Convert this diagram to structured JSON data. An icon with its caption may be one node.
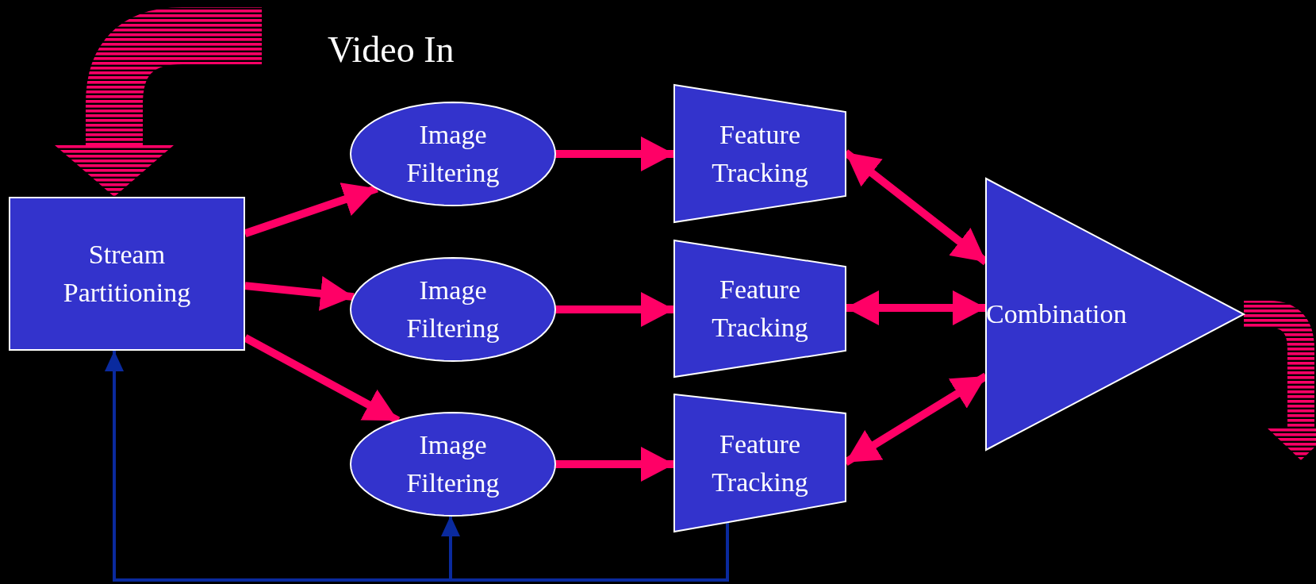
{
  "diagram": {
    "nodes": [
      {
        "text": [
          "Stream Partitioning"
        ]
      },
      {
        "text": [
          "Image Filtering"
        ]
      },
      {
        "text": [
          "Image Filtering"
        ]
      },
      {
        "text": [
          "Image Filtering"
        ]
      },
      {
        "text": [
          "Feature Tracking"
        ]
      },
      {
        "text": [
          "Feature Tracking"
        ]
      },
      {
        "text": [
          "Feature Tracking"
        ]
      },
      {
        "text": [
          "Combination"
        ]
      }
    ],
    "edges": [
      {
        "from": 0,
        "to": 1,
        "arrow": "to"
      },
      {
        "from": 0,
        "to": 2,
        "arrow": "to"
      },
      {
        "from": 0,
        "to": 3,
        "arrow": "to"
      },
      {
        "from": 1,
        "to": 4,
        "arrow": "to"
      },
      {
        "from": 2,
        "to": 5,
        "arrow": "to"
      },
      {
        "from": 3,
        "to": 6,
        "arrow": "to"
      },
      {
        "from": 4,
        "to": 7,
        "arrow": "both"
      },
      {
        "from": 5,
        "to": 7,
        "arrow": "both"
      },
      {
        "from": 6,
        "to": 7,
        "arrow": "both"
      },
      {
        "from": null,
        "to": 0,
        "arrow": "to",
        "style": "thick"
      },
      {
        "from": 7,
        "to": null,
        "arrow": "to",
        "style": "thick"
      },
      {
        "from": 6,
        "to": 0,
        "arrow": "to",
        "color": "#0a2a9e"
      },
      {
        "from": 6,
        "to": 3,
        "arrow": "to",
        "color": "#0a2a9e"
      }
    ],
    "labels": [
      "Video In"
    ]
  }
}
